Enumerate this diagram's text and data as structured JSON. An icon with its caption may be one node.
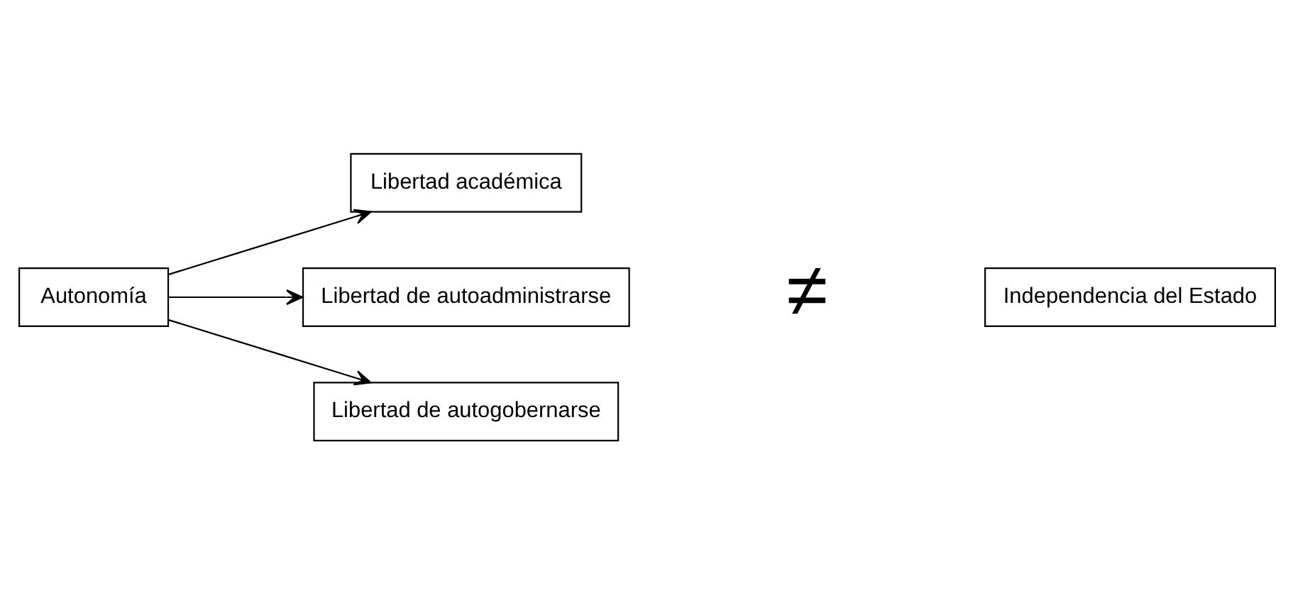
{
  "diagram": {
    "nodes": [
      {
        "text": [
          "Autonomía"
        ]
      },
      {
        "text": [
          "Libertad académica"
        ]
      },
      {
        "text": [
          "Libertad de autoadministrarse"
        ]
      },
      {
        "text": [
          "Libertad de autogobernarse"
        ]
      },
      {
        "text": [
          "Independencia del Estado"
        ]
      }
    ],
    "edges": [
      {
        "from": 0,
        "to": 1,
        "arrow": "to"
      },
      {
        "from": 0,
        "to": 2,
        "arrow": "to"
      },
      {
        "from": 0,
        "to": 3,
        "arrow": "to"
      }
    ],
    "labels": [
      "≠"
    ]
  }
}
